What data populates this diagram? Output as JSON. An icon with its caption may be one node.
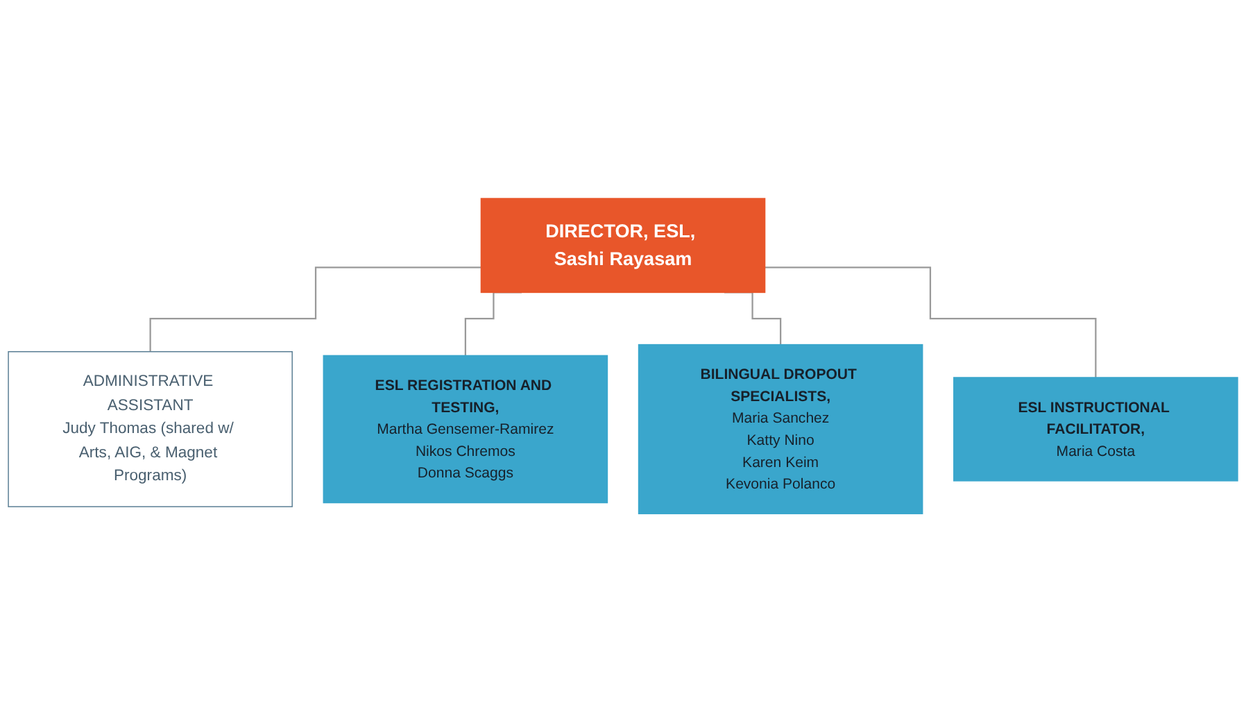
{
  "diagram": {
    "nodes": [
      {
        "text": [
          "DIRECTOR, ESL, Sashi Rayasam"
        ]
      },
      {
        "text": [
          "ADMINISTRATIVE ASSISTANT",
          "Judy Thomas (shared w/ Arts, AIG, & Magnet Programs)"
        ]
      },
      {
        "text": [
          "ESL REGISTRATION AND TESTING,",
          "Martha Gensemer-Ramirez",
          "Nikos Chremos",
          "Donna Scaggs"
        ]
      },
      {
        "text": [
          "BILINGUAL DROPOUT SPECIALISTS,",
          "Maria Sanchez",
          "Katty Nino",
          "Karen Keim",
          "Kevonia Polanco"
        ]
      },
      {
        "text": [
          "ESL INSTRUCTIONAL FACILITATOR,",
          "Maria Costa"
        ]
      }
    ],
    "edges": [
      {
        "from": 0,
        "to": 1,
        "arrow": "none"
      },
      {
        "from": 0,
        "to": 2,
        "arrow": "none"
      },
      {
        "from": 0,
        "to": 3,
        "arrow": "none"
      },
      {
        "from": 0,
        "to": 4,
        "arrow": "none"
      }
    ]
  }
}
